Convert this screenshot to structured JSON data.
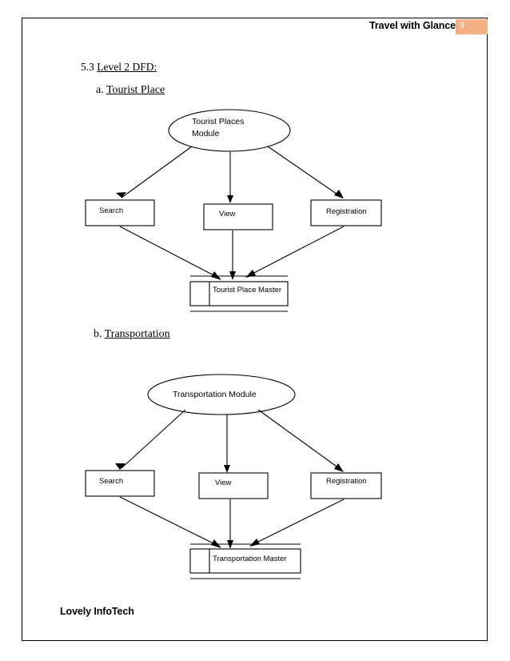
{
  "header": {
    "title": "Travel with Glance",
    "page_number": "9"
  },
  "footer": {
    "text": "Lovely InfoTech"
  },
  "headings": {
    "section_number": "5.3 ",
    "section_title": "Level 2 DFD:",
    "sub_a": "a. ",
    "sub_a_title": "Tourist Place",
    "sub_b": "b. ",
    "sub_b_title": "Transportation"
  },
  "diagram_a": {
    "process_line1": "Tourist Places",
    "process_line2": "Module",
    "search": "Search",
    "view": "View",
    "registration": "Registration",
    "datastore": "Tourist Place Master"
  },
  "diagram_b": {
    "process": "Transportation  Module",
    "search": "Search",
    "view": "View",
    "registration": "Registration",
    "datastore": "Transportation Master"
  },
  "colors": {
    "page_badge": "#f3b183",
    "stroke": "#000000",
    "background": "#ffffff"
  }
}
